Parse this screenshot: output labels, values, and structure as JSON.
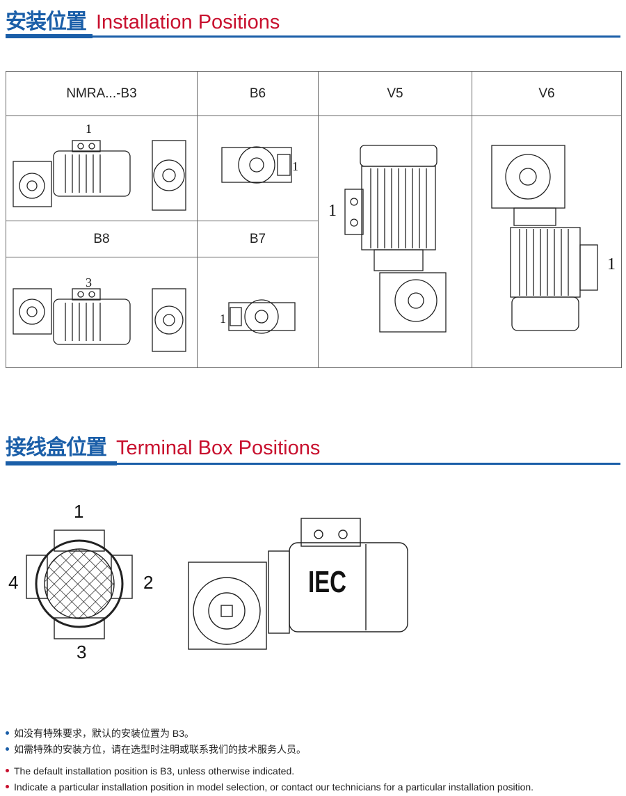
{
  "section1": {
    "title_cn": "安装位置",
    "title_en": "Installation Positions"
  },
  "table": {
    "headers": [
      "NMRA...-B3",
      "B6",
      "V5",
      "V6",
      "B8",
      "B7"
    ],
    "marks": {
      "b3": "1",
      "b6": "1",
      "v5": "1",
      "v6": "1",
      "b8": "3",
      "b7": "1"
    }
  },
  "section2": {
    "title_cn": "接线盒位置",
    "title_en": "Terminal Box Positions",
    "positions": [
      "1",
      "2",
      "3",
      "4"
    ],
    "motor_label": "IEC"
  },
  "notes": {
    "cn": [
      "如没有特殊要求，默认的安装位置为 B3。",
      "如需特殊的安装方位，请在选型时注明或联系我们的技术服务人员。"
    ],
    "en": [
      "The default installation position is B3, unless otherwise indicated.",
      "Indicate a particular installation position in model selection, or contact our technicians for a particular installation position."
    ]
  },
  "colors": {
    "blue": "#1a5ea8",
    "red": "#c8102e"
  }
}
